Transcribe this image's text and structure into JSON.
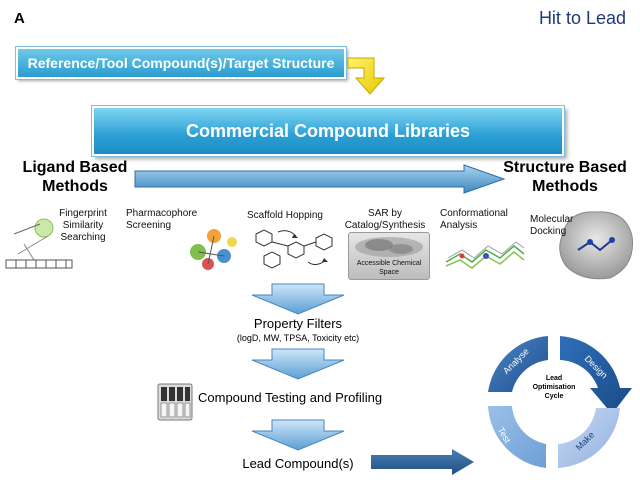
{
  "header": {
    "panel_letter": "A",
    "title": "Hit to Lead"
  },
  "top": {
    "reference_box": "Reference/Tool Compound(s)/Target Structure",
    "library_box": "Commercial Compound Libraries"
  },
  "axis": {
    "left_label_line1": "Ligand Based",
    "left_label_line2": "Methods",
    "right_label_line1": "Structure Based",
    "right_label_line2": "Methods"
  },
  "methods": [
    {
      "line1": "Fingerprint",
      "line2": "Similarity",
      "line3": "Searching"
    },
    {
      "line1": "Pharmacophore",
      "line2": "Screening"
    },
    {
      "line1": "Scaffold Hopping"
    },
    {
      "line1": "SAR by",
      "line2": "Catalog/Synthesis",
      "inset_line1": "Accessible Chemical",
      "inset_line2": "Space"
    },
    {
      "line1": "Conformational",
      "line2": "Analysis"
    },
    {
      "line1": "Molecular",
      "line2": "Docking"
    }
  ],
  "flow": {
    "property_filters": "Property Filters",
    "property_filters_detail": "(logD, MW, TPSA, Toxicity etc)",
    "testing": "Compound Testing and Profiling",
    "lead": "Lead Compound(s)"
  },
  "cycle": {
    "center_line1": "Lead",
    "center_line2": "Optimisation",
    "center_line3": "Cycle",
    "steps": [
      "Analyse",
      "Design",
      "Make",
      "Test"
    ]
  }
}
